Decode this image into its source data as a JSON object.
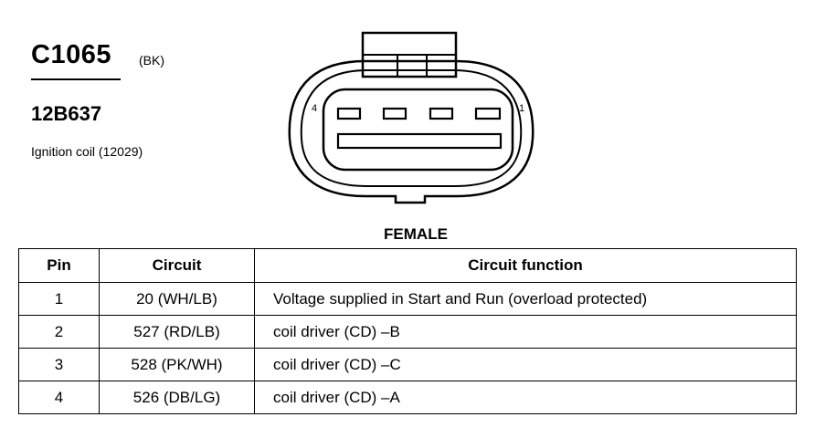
{
  "connector": {
    "id": "C1065",
    "color": "(BK)",
    "part_number": "12B637",
    "description": "Ignition coil (12029)",
    "view": "FEMALE",
    "pin_numbers": {
      "left": "4",
      "right": "1"
    }
  },
  "table": {
    "headers": {
      "pin": "Pin",
      "circuit": "Circuit",
      "function": "Circuit function"
    },
    "rows": [
      {
        "pin": "1",
        "circuit": "20 (WH/LB)",
        "function": "Voltage supplied in Start and Run (overload protected)"
      },
      {
        "pin": "2",
        "circuit": "527 (RD/LB)",
        "function": "coil driver (CD) –B"
      },
      {
        "pin": "3",
        "circuit": "528 (PK/WH)",
        "function": "coil driver (CD) –C"
      },
      {
        "pin": "4",
        "circuit": "526 (DB/LG)",
        "function": "coil driver (CD) –A"
      }
    ]
  }
}
